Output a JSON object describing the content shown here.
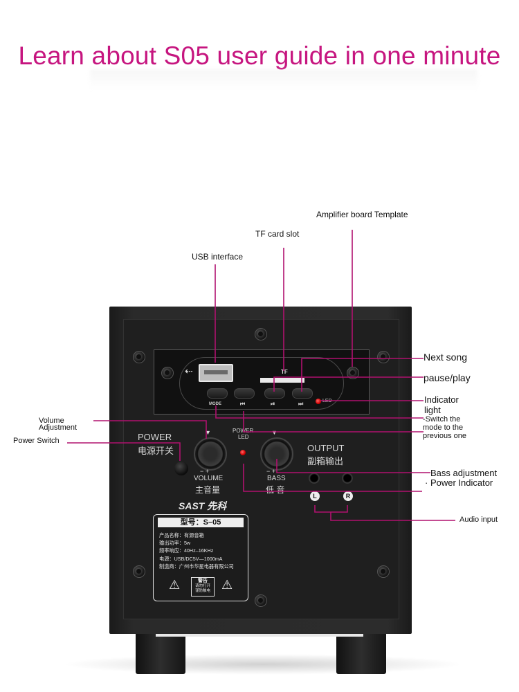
{
  "title": "Learn about S05 user guide in one minute",
  "callouts": {
    "amplifier_board": "Amplifier board Template",
    "tf_card_slot": "TF card slot",
    "usb_interface": "USB interface",
    "next_song": "Next song",
    "pause_play": "pause/play",
    "indicator_light_line1": "Indicator",
    "indicator_light_line2": "light",
    "switch_mode": "-Switch the",
    "switch_mode_line2": "mode to the",
    "switch_mode_line3": "previous one",
    "volume_adjustment_line1": "Volume",
    "volume_adjustment_line2": "Adjustment",
    "power_switch": "Power Switch",
    "bass_adjustment": "Bass adjustment",
    "power_indicator": "· Power Indicator",
    "audio_input": "Audio input"
  },
  "panel": {
    "tf": "TF",
    "mode": "MODE",
    "prev": "⏮",
    "play_pause": "⏯",
    "next": "⏭",
    "led": "LED",
    "power_en": "POWER",
    "power_cn": "电源开关",
    "power_led_line1": "POWER",
    "power_led_line2": "LED",
    "volume_minus_plus": "−   +",
    "volume_en": "VOLUME",
    "volume_cn": "主音量",
    "bass_minus_plus": "−   +",
    "bass_en": "BASS",
    "bass_cn": "低  音",
    "output_en": "OUTPUT",
    "output_cn": "副箱输出",
    "jack_left": "L",
    "jack_right": "R",
    "brand": "SAST 先科"
  },
  "spec_label": {
    "model": "型号：S–05",
    "lines": [
      "产品名称：有源音箱",
      "输出功率：5w",
      "频率响应：40Hz–16KHz",
      "电源：USB/DC5V—1000mA",
      "制造商：广州市华星电器有限公司"
    ],
    "warning_title": "警告",
    "warning_line1": "请勿打开",
    "warning_line2": "谨防触电"
  },
  "colors": {
    "accent": "#c6157f",
    "speaker_body": "#2a2a2a"
  }
}
